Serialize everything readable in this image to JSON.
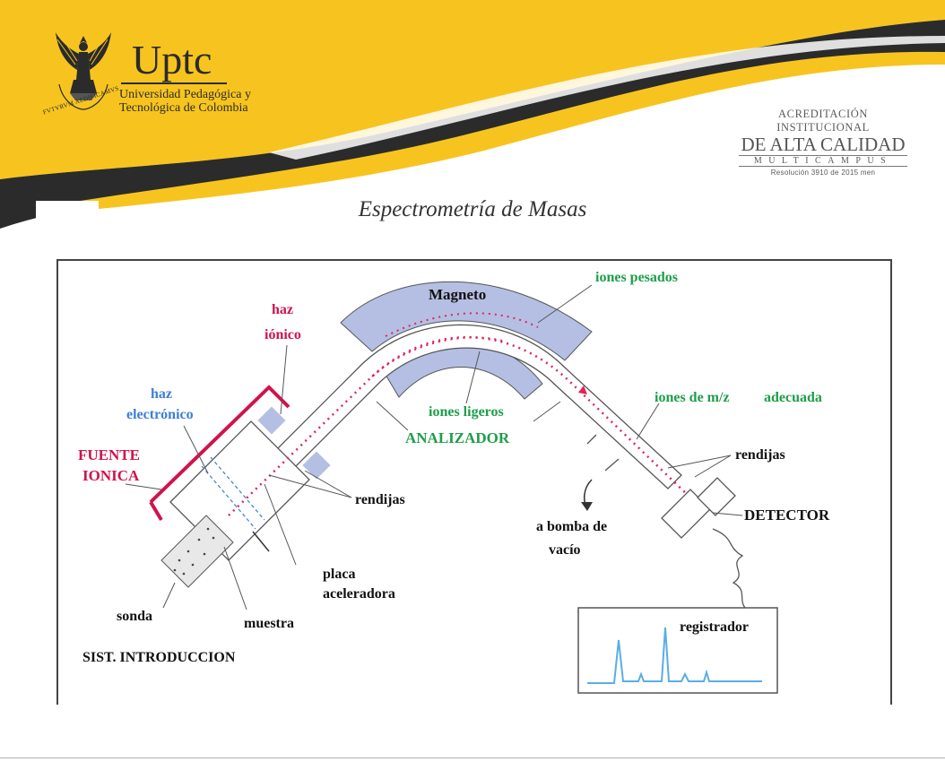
{
  "logo": {
    "title": "Uptc",
    "subtitle_line1": "Universidad Pedagógica y",
    "subtitle_line2": "Tecnológica de Colombia",
    "motto": "FVTVRVM AEDIFICAMVS"
  },
  "accreditation": {
    "line1": "ACREDITACIÓN INSTITUCIONAL",
    "line2": "DE ALTA CALIDAD",
    "line3": "MULTICAMPUS",
    "line4": "Resolución 3910 de 2015 men"
  },
  "slide_title": "Espectrometría de Masas",
  "diagram": {
    "magnet": "Magneto",
    "heavy_ions": "iones pesados",
    "light_ions": "iones ligeros",
    "analyzer": "ANALIZADOR",
    "mz_ions_a": "iones de m/z",
    "mz_ions_b": "adecuada",
    "ion_beam_1": "haz",
    "ion_beam_2": "iónico",
    "electron_beam_1": "haz",
    "electron_beam_2": "electrónico",
    "ion_source_1": "FUENTE",
    "ion_source_2": "IONICA",
    "slits_left": "rendijas",
    "slits_right": "rendijas",
    "detector": "DETECTOR",
    "vacuum_1": "a bomba de",
    "vacuum_2": "vacío",
    "plate_1": "placa",
    "plate_2": "aceleradora",
    "probe": "sonda",
    "sample": "muestra",
    "intro_system": "SIST. INTRODUCCION",
    "recorder": "registrador"
  },
  "colors": {
    "gold": "#f7c41f",
    "dark_band": "#2b2b2b",
    "magnet_fill": "#b4bfe3",
    "red_label": "#d0134d",
    "blue_label": "#3b7fd6",
    "green_label": "#1e9e4a",
    "beam": "#e0245a",
    "trace": "#5aaee6"
  }
}
